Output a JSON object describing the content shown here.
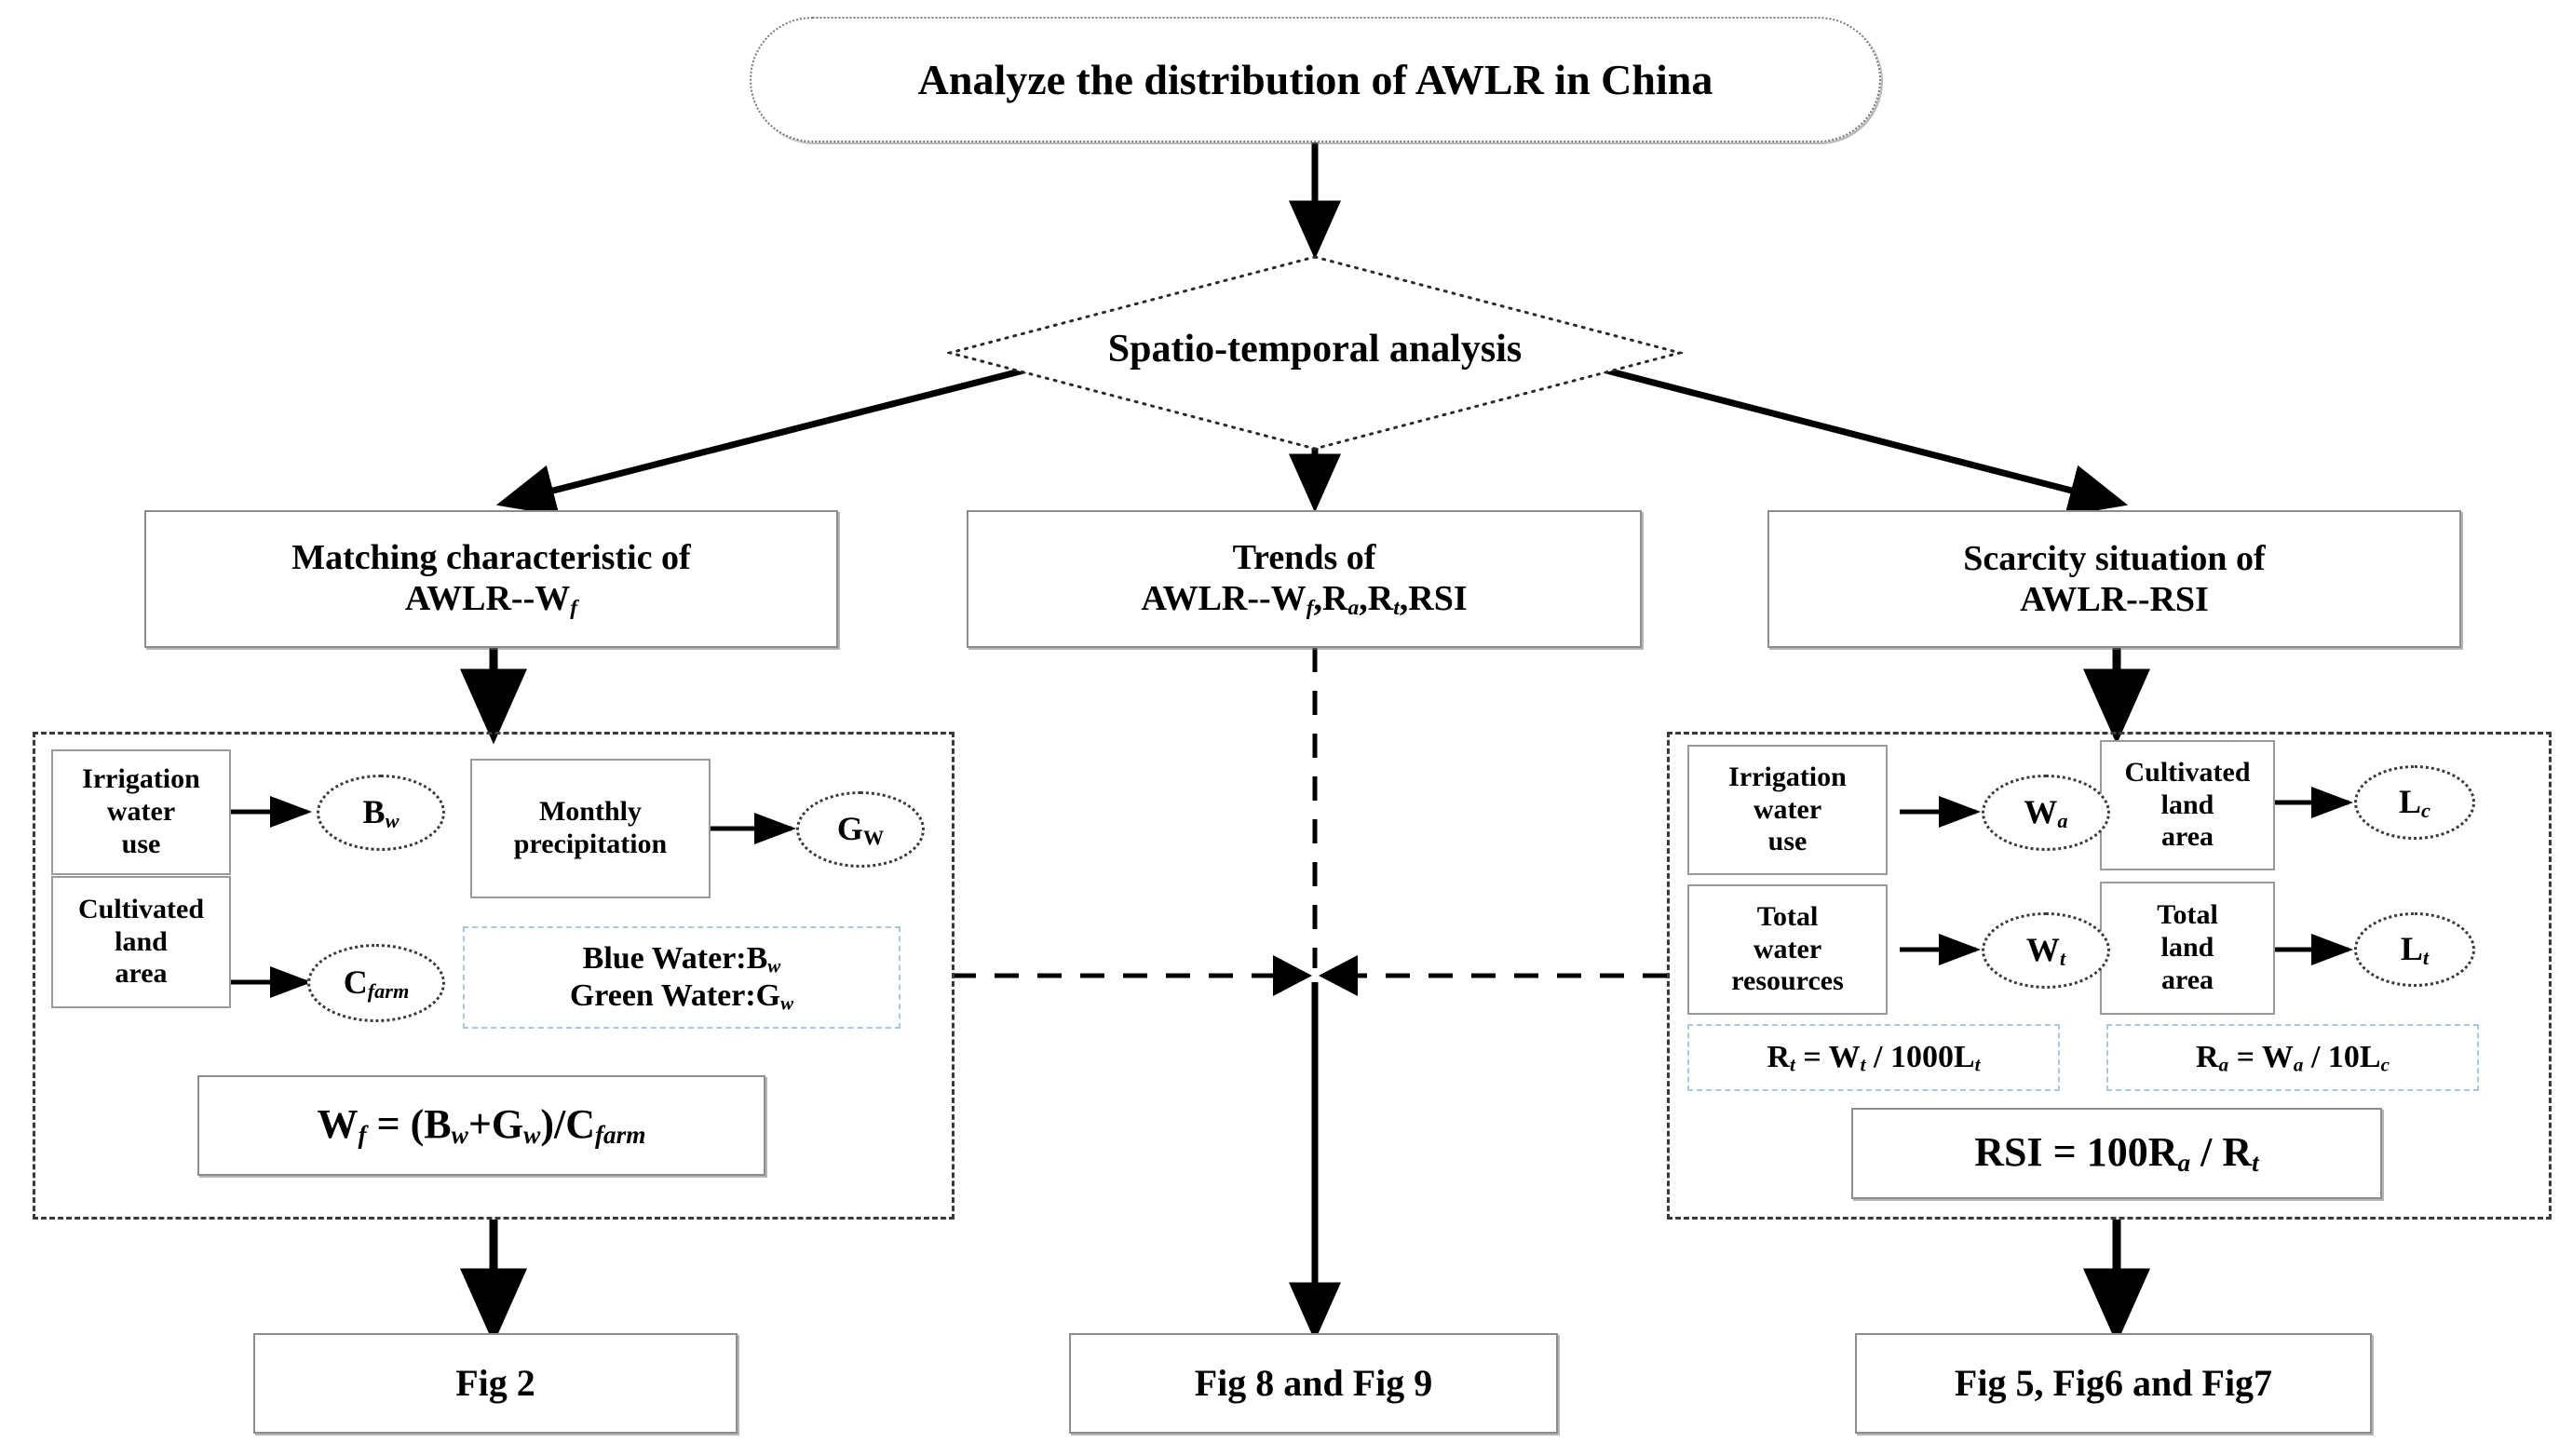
{
  "title_box": {
    "label": "Analyze the distribution of AWLR in China"
  },
  "decision": {
    "label": "Spatio-temporal analysis"
  },
  "branches": [
    {
      "name": "matching",
      "line1": "Matching characteristic of",
      "line2_prefix": "AWLR--W",
      "line2_sub": "f"
    },
    {
      "name": "trends",
      "line1": "Trends of",
      "line2_prefix": "AWLR--W",
      "line2_sub": "f",
      "line2_rest": ",R",
      "line2_sub2": "a",
      "line2_rest2": ",R",
      "line2_sub3": "t",
      "line2_rest3": ",RSI"
    },
    {
      "name": "scarcity",
      "line1": "Scarcity situation of",
      "line2_prefix": "AWLR--RSI"
    }
  ],
  "left_panel": {
    "inputs": [
      {
        "label": "Irrigation water use",
        "lines": [
          "Irrigation",
          "water",
          "use"
        ]
      },
      {
        "label": "Cultivated land area",
        "lines": [
          "Cultivated",
          "land",
          "area"
        ]
      },
      {
        "label": "Monthly precipitation",
        "lines": [
          "Monthly",
          "precipitation"
        ]
      }
    ],
    "variables": [
      {
        "symbol": "B",
        "sub": "w"
      },
      {
        "symbol": "C",
        "sub": "farm",
        "sub_italic": true
      },
      {
        "symbol": "G",
        "sub": "W"
      }
    ],
    "legend": {
      "line1_label": "Blue Water:",
      "line1_sym": "B",
      "line1_sub": "w",
      "line2_label": "Green Water:",
      "line2_sym": "G",
      "line2_sub": "w"
    },
    "formula": {
      "lhs_sym": "W",
      "lhs_sub": "f",
      "body": " = (B",
      "b_sub": "w",
      "plus": "+G",
      "g_sub": "w",
      "close": ")/C",
      "c_sub": "farm"
    }
  },
  "right_panel": {
    "inputs": [
      {
        "label": "Irrigation water use",
        "lines": [
          "Irrigation",
          "water",
          "use"
        ]
      },
      {
        "label": "Total water resources",
        "lines": [
          "Total",
          "water",
          "resources"
        ]
      },
      {
        "label": "Cultivated land area",
        "lines": [
          "Cultivated",
          "land",
          "area"
        ]
      },
      {
        "label": "Total land area",
        "lines": [
          "Total",
          "land",
          "area"
        ]
      }
    ],
    "variables": [
      {
        "symbol": "W",
        "sub": "a"
      },
      {
        "symbol": "W",
        "sub": "t"
      },
      {
        "symbol": "L",
        "sub": "c"
      },
      {
        "symbol": "L",
        "sub": "t"
      }
    ],
    "formula_rt": {
      "lhs": "R",
      "lhs_sub": "t",
      "eq": " = W",
      "w_sub": "t",
      "div": " / 1000L",
      "l_sub": "t"
    },
    "formula_ra": {
      "lhs": "R",
      "lhs_sub": "a",
      "eq": " = W",
      "w_sub": "a",
      "div": " / 10L",
      "l_sub": "c"
    },
    "formula_rsi": {
      "lhs": "RSI = 100R",
      "a_sub": "a",
      "div": " / R",
      "t_sub": "t"
    }
  },
  "outputs": [
    {
      "label": "Fig 2"
    },
    {
      "label": "Fig 8 and Fig 9"
    },
    {
      "label": "Fig 5, Fig6 and Fig7"
    }
  ],
  "colors": {
    "stroke": "#000000",
    "panel_dash": "#3a3a3a",
    "box_border": "#8d8d8d",
    "blue_dash": "#a8c8e0",
    "background": "#ffffff"
  }
}
